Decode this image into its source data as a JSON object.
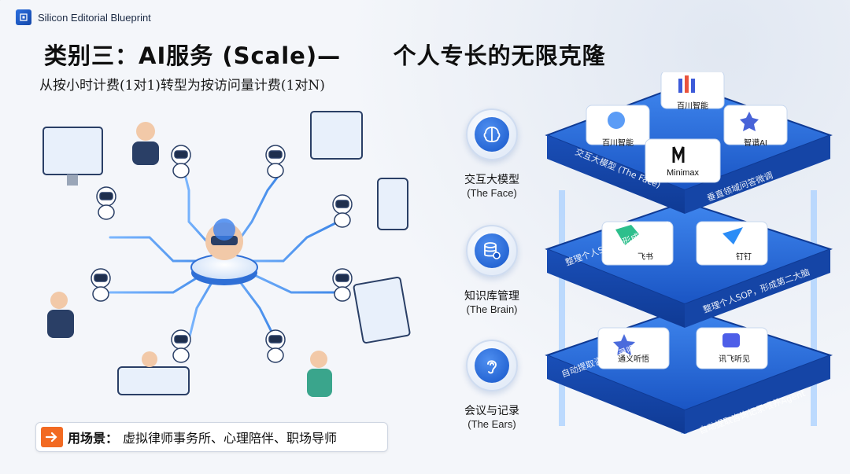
{
  "brand": {
    "name": "Silicon Editorial Blueprint",
    "logo_icon": "blueprint-logo-icon"
  },
  "header": {
    "title": "类别三：AI服务 (Scale)—      个人专长的无限克隆",
    "subtitle": "从按小时计费(1对1)转型为按访问量计费(1对N)"
  },
  "scenario": {
    "icon": "arrow-right-icon",
    "label": "用场景：",
    "text": "虚拟律师事务所、心理陪伴、职场导师"
  },
  "layers": [
    {
      "cn": "交互大模型",
      "en": "(The Face)",
      "icon": "brain-icon",
      "platform_caption": "交互大模型 (The Face)",
      "platform_caption_2": "垂直领域问答微调",
      "apps": [
        "百川智能",
        "百川智能",
        "智谱AI",
        "Minimax"
      ]
    },
    {
      "cn": "知识库管理",
      "en": "(The Brain)",
      "icon": "database-gear-icon",
      "platform_caption": "整理个人SOP，形成第二大脑",
      "platform_caption_2": "整理个人SOP，形成第二大脑",
      "apps": [
        "飞书",
        "钉钉"
      ]
    },
    {
      "cn": "会议与记录",
      "en": "(The Ears)",
      "icon": "ear-icon",
      "platform_caption": "自动提取咨询记录喂养Agent",
      "platform_caption_2": "自动提取咨询记录喂养Agent",
      "apps": [
        "通义听悟",
        "讯飞听见"
      ]
    }
  ],
  "colors": {
    "accent": "#1c5fd6",
    "orange": "#f26a22",
    "line": "#3c8cf0"
  }
}
